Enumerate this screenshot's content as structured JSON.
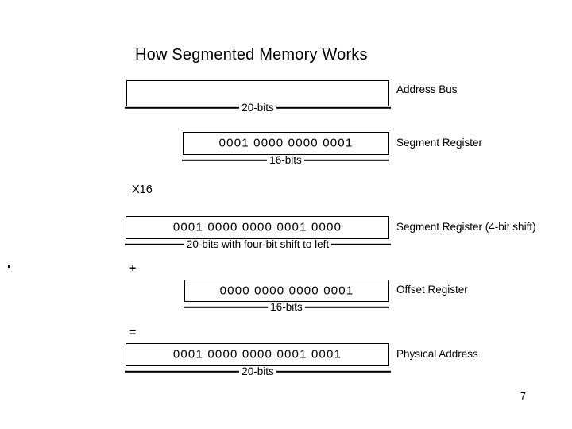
{
  "slide": {
    "title": "How Segmented Memory Works",
    "page_number": "7"
  },
  "rows": [
    {
      "id": "address-bus",
      "bits": "",
      "label": "Address Bus",
      "caption": "20-bits"
    },
    {
      "id": "segment-register",
      "bits": "0001 0000 0000 0001",
      "label": "Segment Register",
      "caption": "16-bits"
    },
    {
      "id": "segment-register-shifted",
      "bits": "0001 0000 0000 0001 0000",
      "label": "Segment Register (4-bit shift)",
      "caption": "20-bits with four-bit shift to left"
    },
    {
      "id": "offset-register",
      "bits": "0000 0000 0000 0001",
      "label": "Offset Register",
      "caption": "16-bits"
    },
    {
      "id": "physical-address",
      "bits": "0001 0000 0000 0001 0001",
      "label": "Physical Address",
      "caption": "20-bits"
    }
  ],
  "operators": {
    "multiply": "X16",
    "plus": "+",
    "equals": "="
  },
  "colors": {
    "background": "#ffffff",
    "ink": "#000000"
  }
}
